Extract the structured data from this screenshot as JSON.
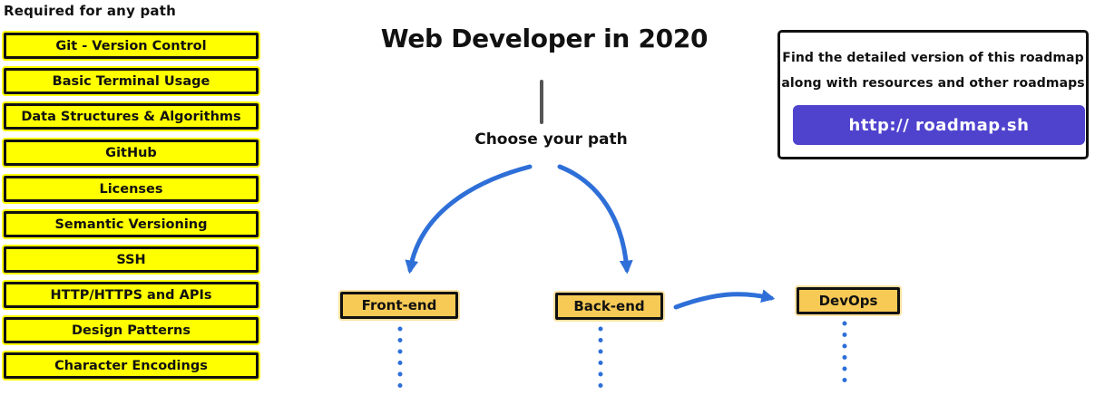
{
  "page_title": "Web Developer in 2020",
  "choose_path_label": "Choose your path",
  "required_section": {
    "heading": "Required for any path",
    "items": [
      "Git - Version Control",
      "Basic Terminal Usage",
      "Data Structures & Algorithms",
      "GitHub",
      "Licenses",
      "Semantic Versioning",
      "SSH",
      "HTTP/HTTPS and APIs",
      "Design Patterns",
      "Character Encodings"
    ]
  },
  "path_nodes": [
    {
      "label": "Front-end"
    },
    {
      "label": "Back-end"
    },
    {
      "label": "DevOps"
    }
  ],
  "info_box": {
    "line1": "Find the detailed version of this roadmap",
    "line2": "along with resources and other roadmaps",
    "button_label": "http:// roadmap.sh"
  },
  "colors": {
    "yellow_fill": "#FFFF00",
    "node_fill": "#F7CA55",
    "arrow_blue": "#2E6FD8",
    "button_purple": "#4F43CE",
    "line_gray": "#555555",
    "border_black": "#111111"
  }
}
